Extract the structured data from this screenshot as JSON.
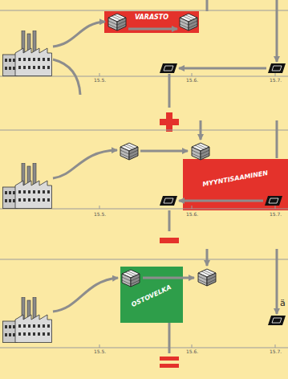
{
  "diagram": {
    "nodes": [
      {
        "text": [
          "VARASTO"
        ]
      },
      {
        "text": [
          "MYYNTISAAMINEN"
        ]
      },
      {
        "text": [
          "OSTOVELKA"
        ]
      }
    ],
    "labels": [
      "15.5.",
      "15.6.",
      "15.7.",
      "15.5.",
      "15.6.",
      "15.7.",
      "ä",
      "15.5.",
      "15.6.",
      "15.7."
    ]
  }
}
